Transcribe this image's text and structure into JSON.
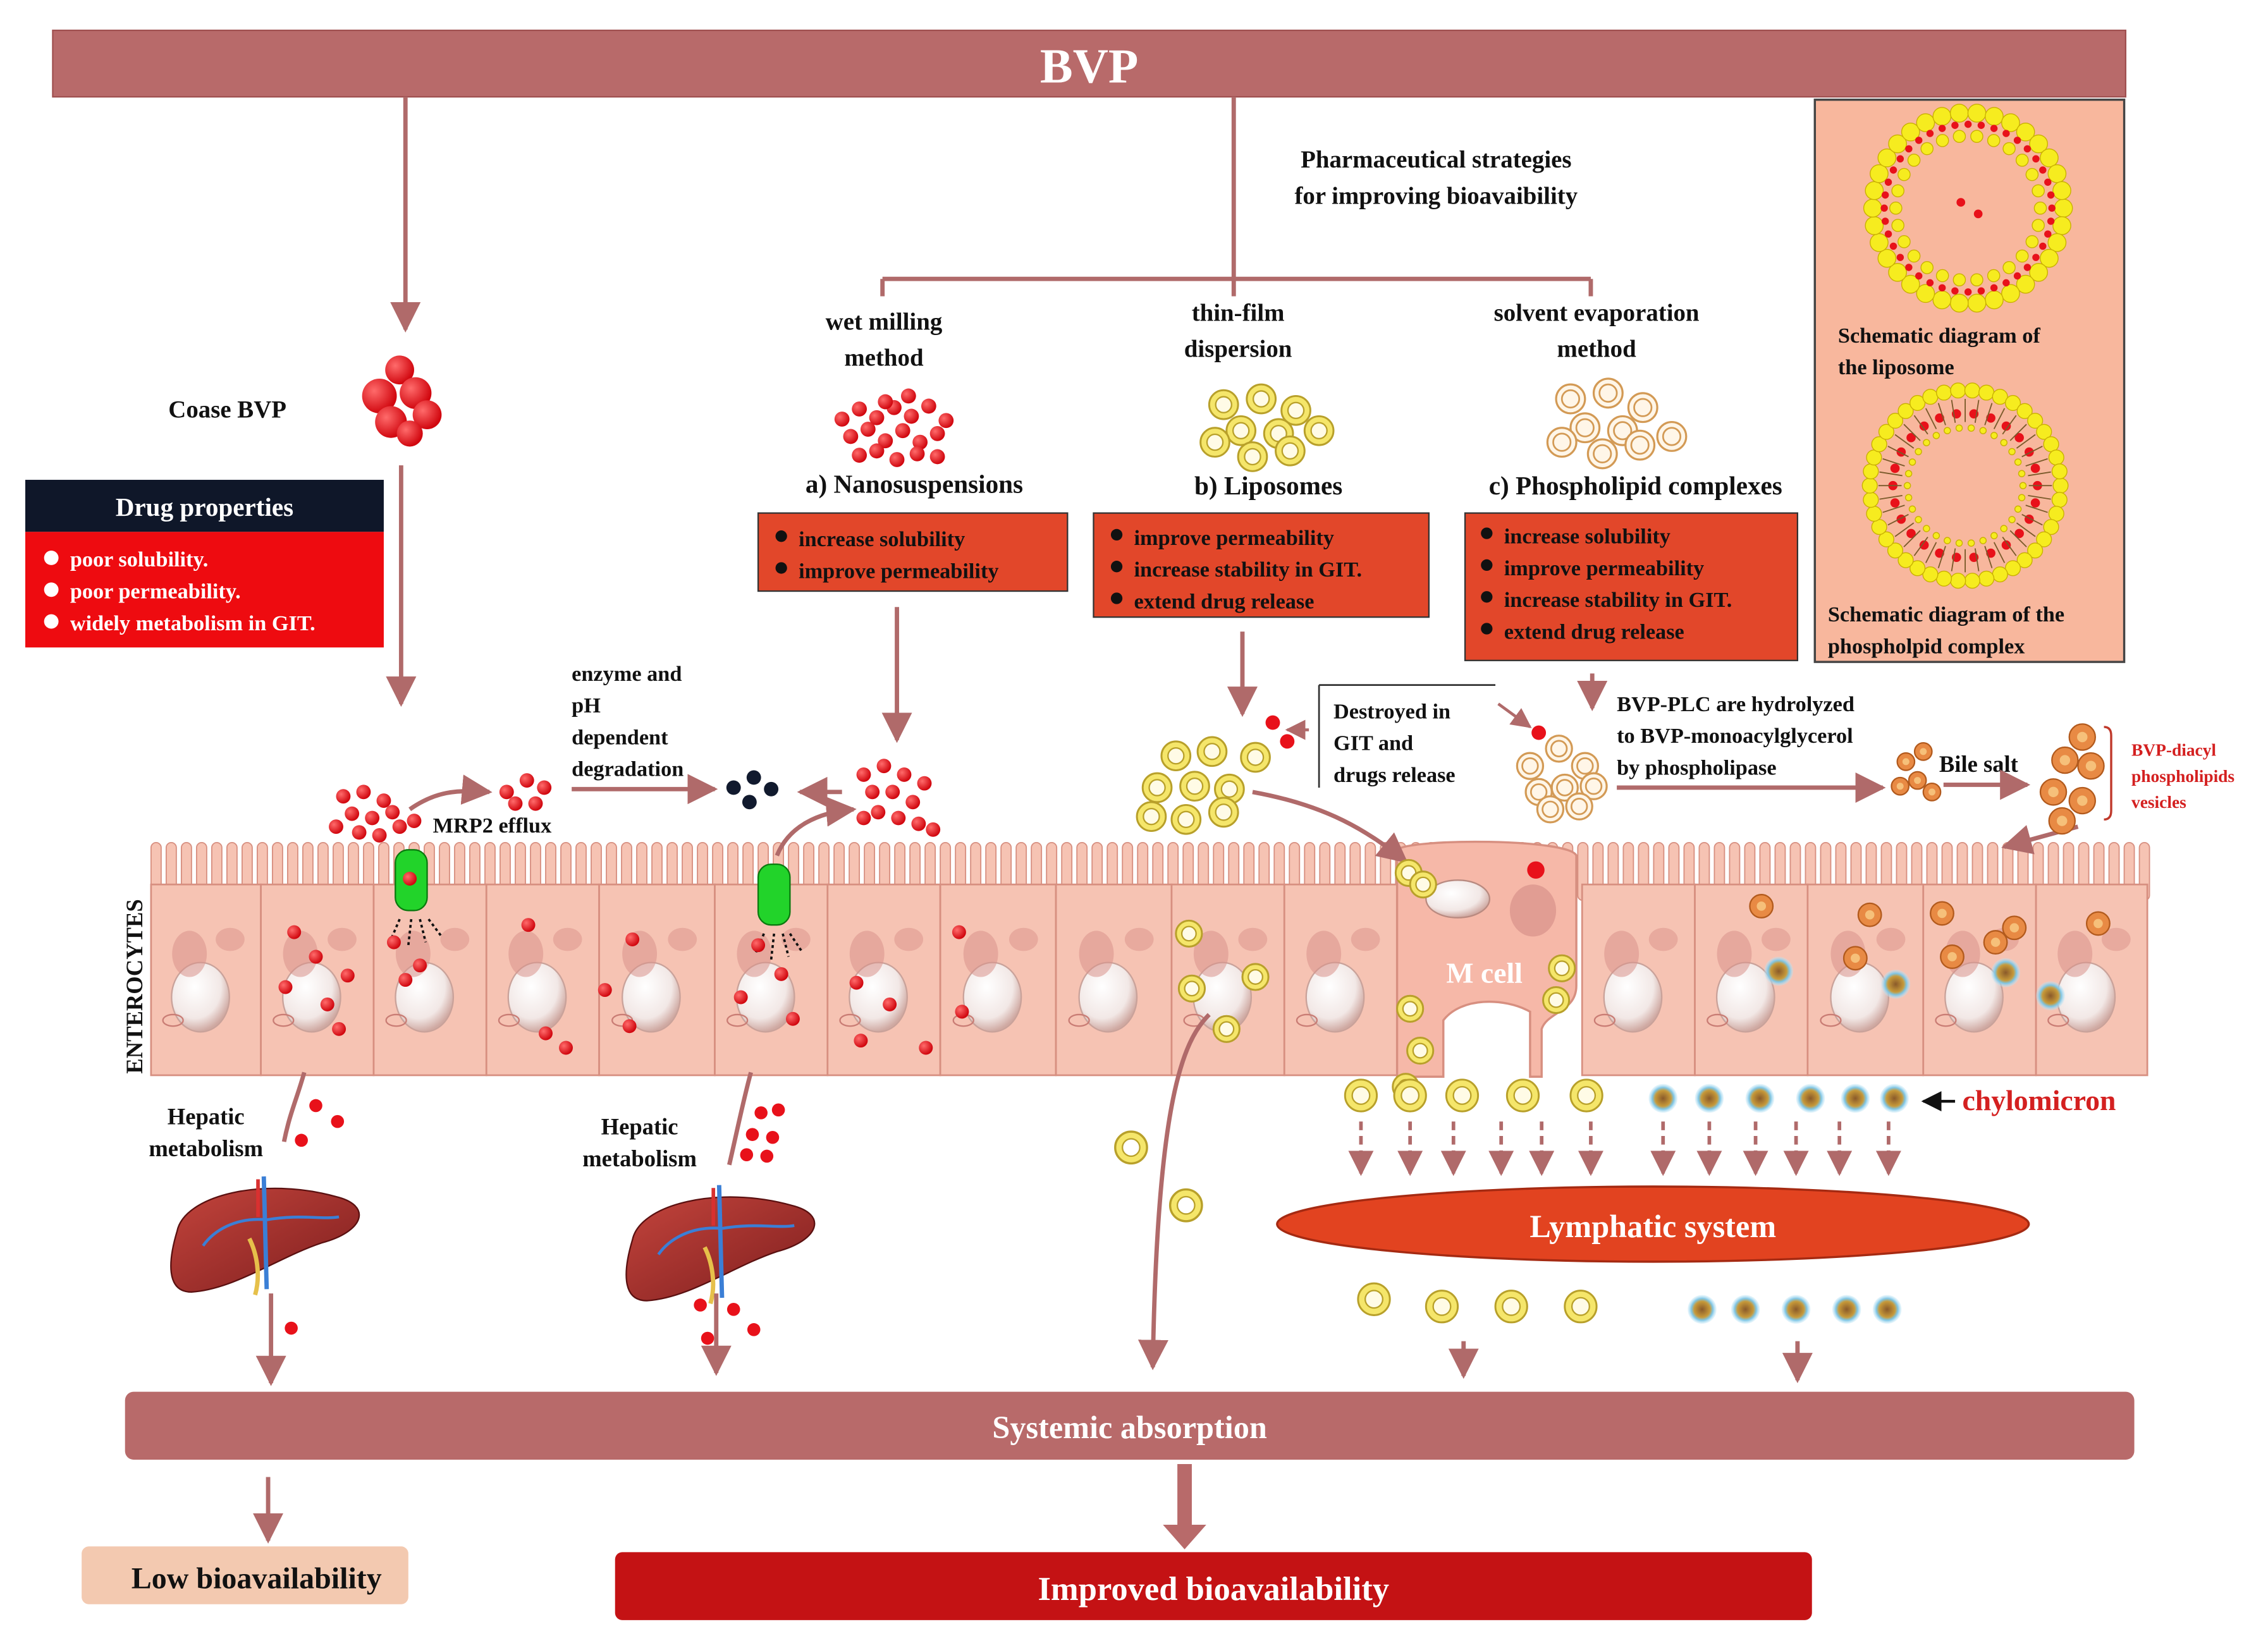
{
  "title": "BVP",
  "strategies": {
    "heading_line1": "Pharmaceutical strategies",
    "heading_line2": "for improving bioavaibility",
    "methods": [
      {
        "line1": "wet milling",
        "line2": "method"
      },
      {
        "line1": "thin-film",
        "line2": "dispersion"
      },
      {
        "line1": "solvent evaporation",
        "line2": "method"
      }
    ],
    "formulations": [
      {
        "label": "a) Nanosuspensions",
        "bullets": [
          "increase  solubility",
          "improve permeability"
        ]
      },
      {
        "label": "b) Liposomes",
        "bullets": [
          "improve permeability",
          "increase stability in GIT.",
          "extend drug release"
        ]
      },
      {
        "label": "c) Phospholipid complexes",
        "bullets": [
          "increase solubility",
          "improve permeability",
          "increase stability in GIT.",
          "extend drug release"
        ]
      }
    ]
  },
  "coarse": {
    "label": "Coase BVP"
  },
  "drug_properties": {
    "title": "Drug properties",
    "items": [
      "poor solubility.",
      "poor permeability.",
      "widely metabolism in GIT."
    ]
  },
  "inset": {
    "liposome_line1": "Schematic diagram of",
    "liposome_line2": "the liposome",
    "complex_line1": "Schematic diagram of the",
    "complex_line2": "phospholpid complex"
  },
  "annotations": {
    "enzyme_lines": [
      "enzyme and",
      "pH",
      "dependent",
      "degradation"
    ],
    "mrp2": "MRP2 efflux",
    "destroyed_lines": [
      "Destroyed in",
      "GIT and",
      "drugs release"
    ],
    "hydrolyzed_lines": [
      "BVP-PLC are hydrolyzed",
      "to  BVP-monoacylglycerol",
      "by phospholipase"
    ],
    "bile_salt": "Bile salt",
    "diacyl_lines": [
      "BVP-diacyl",
      "phospholipids",
      "vesicles"
    ],
    "enterocytes": "ENTEROCYTES",
    "m_cell": "M cell",
    "chylomicron": "chylomicron",
    "hepatic_1": [
      "Hepatic",
      "metabolism"
    ],
    "hepatic_2": [
      "Hepatic",
      "metabolism"
    ]
  },
  "lymphatic": "Lymphatic system",
  "systemic": "Systemic absorption",
  "low": "Low bioavailability",
  "improved": "Improved bioavailability",
  "colors": {
    "title_bar": "#b86a6a",
    "formulation_box": "#e2472a",
    "drug_box_dark": "#0f1729",
    "drug_box_red": "#ee0b10",
    "cell": "#f6c3b3",
    "cell_edge": "#d78f80",
    "red_drug": "#e8111a",
    "liposome": "#f5e66a",
    "inset_bg": "#f8b79d",
    "lymph": "#e24320",
    "improved_bar": "#c41214",
    "low_box": "#f3c9b0",
    "chylo_text": "#d42020"
  }
}
